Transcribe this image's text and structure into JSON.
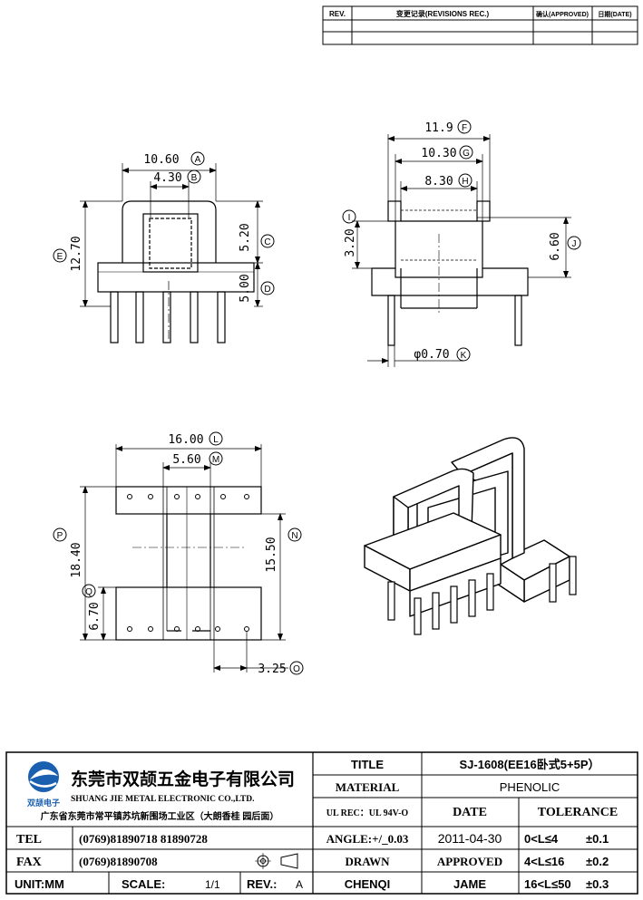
{
  "revision_table": {
    "rev_header": "REV.",
    "change_header": "变更记录(REVISIONS REC.)",
    "approved_header": "确认(APPROVED)",
    "date_header": "日期(DATE)"
  },
  "dimensions": {
    "A": {
      "value": "10.60",
      "letter": "A"
    },
    "B": {
      "value": "4.30",
      "letter": "B"
    },
    "C": {
      "value": "5.20",
      "letter": "C"
    },
    "D": {
      "value": "5.00",
      "letter": "D"
    },
    "E": {
      "value": "12.70",
      "letter": "E"
    },
    "F": {
      "value": "11.9",
      "letter": "F"
    },
    "G": {
      "value": "10.30",
      "letter": "G"
    },
    "H": {
      "value": "8.30",
      "letter": "H"
    },
    "I": {
      "value": "3.20",
      "letter": "I"
    },
    "J": {
      "value": "6.60",
      "letter": "J"
    },
    "K": {
      "value": "φ0.70",
      "letter": "K"
    },
    "L": {
      "value": "16.00",
      "letter": "L"
    },
    "M": {
      "value": "5.60",
      "letter": "M"
    },
    "N": {
      "value": "15.50",
      "letter": "N"
    },
    "O": {
      "value": "3.25",
      "letter": "O"
    },
    "P": {
      "value": "18.40",
      "letter": "P"
    },
    "Q": {
      "value": "6.70",
      "letter": "Q"
    }
  },
  "title_block": {
    "company_cn": "东莞市双颉五金电子有限公司",
    "company_en": "SHUANG JIE METAL ELECTRONIC CO.,LTD.",
    "logo_text": "双颉电子",
    "address": "广东省东莞市常平镇苏坑新围场工业区（大朗香桂 园后面）",
    "title_label": "TITLE",
    "title_value": "SJ-1608(EE16卧式5+5P）",
    "material_label": "MATERIAL",
    "material_value": "PHENOLIC",
    "ul_rec": "UL REC：UL 94V-O",
    "date_label": "DATE",
    "tolerance_label": "TOLERANCE",
    "tel_label": "TEL",
    "tel_value": "(0769)81890718 81890728",
    "angle": "ANGLE:+/_0.03",
    "date_value": "2011-04-30",
    "tol1": "0<L≤4",
    "tol1_val": "±0.1",
    "fax_label": "FAX",
    "fax_value": "(0769)81890708",
    "drawn_label": "DRAWN",
    "approved_label": "APPROVED",
    "tol2": "4<L≤16",
    "tol2_val": "±0.2",
    "unit": "UNIT:MM",
    "scale_label": "SCALE:",
    "scale_value": "1/1",
    "rev_label": "REV.:",
    "rev_value": "A",
    "drawn_name": "CHENQI",
    "approved_name": "JAME",
    "tol3": "16<L≤50",
    "tol3_val": "±0.3"
  }
}
